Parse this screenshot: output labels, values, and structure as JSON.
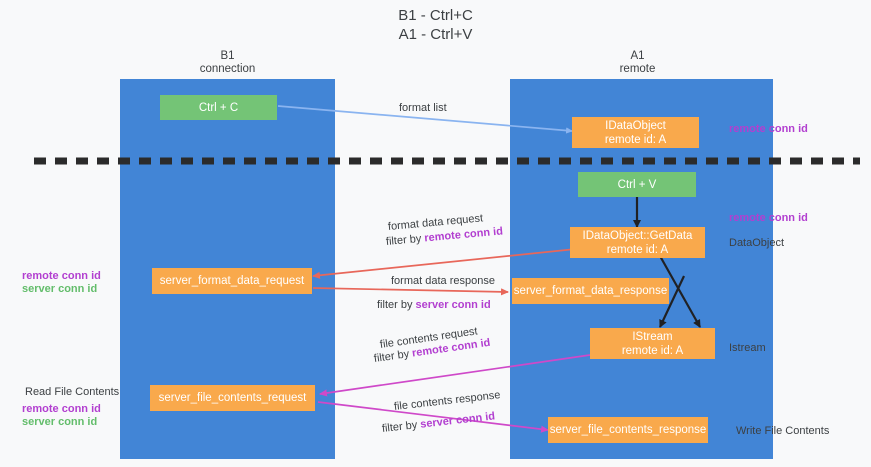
{
  "title": "B1 - Ctrl+C\nA1 - Ctrl+V",
  "columns": [
    {
      "name": "b1",
      "header": "B1\nconnection"
    },
    {
      "name": "a1",
      "header": "A1\nremote"
    }
  ],
  "nodes": {
    "ctrl_c": "Ctrl + C",
    "idataobject": "IDataObject\nremote id: A",
    "ctrl_v": "Ctrl + V",
    "getdata": "IDataObject::GetData\nremote id: A",
    "server_format_data_request": "server_format_data_request",
    "server_format_data_response": "server_format_data_response",
    "istream": "IStream\nremote id: A",
    "server_file_contents_request": "server_file_contents_request",
    "server_file_contents_response": "server_file_contents_response"
  },
  "edges": {
    "format_list": "format list",
    "format_data_request": "format data request",
    "format_data_request_filter_prefix": "filter by ",
    "format_data_request_filter_key": "remote conn id",
    "format_data_response": "format data response",
    "format_data_response_filter_prefix": "filter by ",
    "format_data_response_filter_key": "server conn id",
    "file_contents_request": "file contents request",
    "file_contents_request_filter_prefix": "filter by ",
    "file_contents_request_filter_key": "remote conn id",
    "file_contents_response": "file contents response",
    "file_contents_response_filter_prefix": "filter by ",
    "file_contents_response_filter_key": "server conn id"
  },
  "annotations": {
    "right_remote_conn_id_top": "remote conn id",
    "right_remote_conn_id_mid": "remote conn id",
    "right_dataobject": "DataObject",
    "right_istream": "Istream",
    "right_write_file_contents": "Write File Contents",
    "left_remote_conn_id": "remote conn id",
    "left_server_conn_id": "server conn id",
    "left_read_file_contents": "Read File Contents",
    "left_remote_conn_id_2": "remote conn id",
    "left_server_conn_id_2": "server conn id"
  },
  "colors": {
    "lane": "#4285d6",
    "green_node": "#74c476",
    "orange_node": "#f9a94c",
    "purple_key": "#b23fd0",
    "green_key": "#63bd6b",
    "background": "#f8f9fa",
    "divider": "#2b2b2b",
    "arrow_blue": "#8ab4f0",
    "arrow_red": "#e8675a",
    "arrow_magenta": "#cf49c9",
    "arrow_black": "#202124"
  }
}
